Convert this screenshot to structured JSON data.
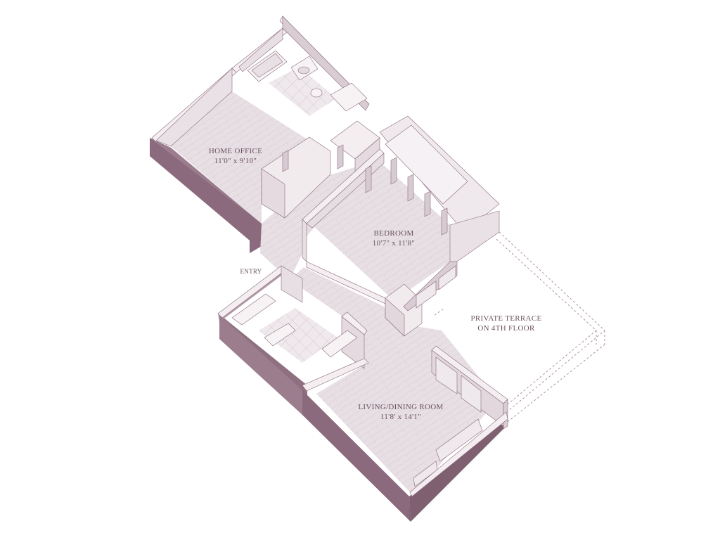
{
  "colors": {
    "wall_dark": "#8a6a7c",
    "wall_side": "#a58a99",
    "wall_top": "#f4eef1",
    "floor": "#e7dfe4",
    "floor_line": "#d7cbd2",
    "tile": "#eee8ec",
    "label": "#6a5260",
    "terrace_line": "#a58a99"
  },
  "rooms": {
    "home_office": {
      "name": "HOME OFFICE",
      "dims": "11'0\" x 9'10\""
    },
    "bedroom": {
      "name": "BEDROOM",
      "dims": "10'7\" x 11'8\""
    },
    "living": {
      "name": "LIVING/DINING ROOM",
      "dims": "11'8' x 14'1\""
    },
    "terrace": {
      "line1": "PRIVATE TERRACE",
      "line2": "ON 4TH FLOOR"
    }
  },
  "entry_label": "ENTRY"
}
